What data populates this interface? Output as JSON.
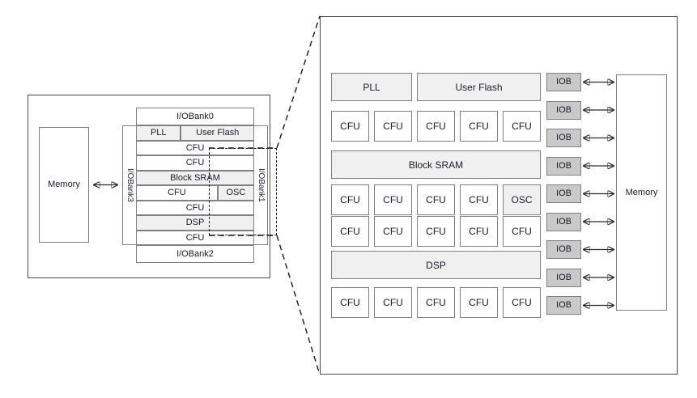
{
  "figure": {
    "title": "FPGA chip architecture with expanded detail view",
    "colors": {
      "block_fill": "#f0f0f0",
      "iob_fill": "#c9c9c9",
      "block_stroke": "#808080",
      "frame_stroke": "#4a4a4a",
      "text": "#1a1a2e",
      "dashed": "#1a1a1a"
    }
  },
  "left_panel": {
    "memory_label": "Memory",
    "banks": {
      "top": "I/OBank0",
      "right": "I/OBank1",
      "bottom": "I/OBank2",
      "left": "I/OBank3"
    },
    "rows": [
      {
        "cells": [
          {
            "label": "PLL",
            "fill": "gray",
            "span": 0.38
          },
          {
            "label": "User Flash",
            "fill": "gray",
            "span": 0.62
          }
        ]
      },
      {
        "cells": [
          {
            "label": "CFU",
            "fill": "white",
            "span": 1.0
          }
        ]
      },
      {
        "cells": [
          {
            "label": "CFU",
            "fill": "white",
            "span": 1.0
          }
        ]
      },
      {
        "cells": [
          {
            "label": "Block SRAM",
            "fill": "gray",
            "span": 1.0
          }
        ]
      },
      {
        "cells": [
          {
            "label": "CFU",
            "fill": "white",
            "span": 0.69
          },
          {
            "label": "OSC",
            "fill": "gray",
            "span": 0.31
          }
        ]
      },
      {
        "cells": [
          {
            "label": "CFU",
            "fill": "white",
            "span": 1.0
          }
        ]
      },
      {
        "cells": [
          {
            "label": "DSP",
            "fill": "gray",
            "span": 1.0
          }
        ]
      },
      {
        "cells": [
          {
            "label": "CFU",
            "fill": "white",
            "span": 1.0
          }
        ]
      }
    ]
  },
  "right_panel": {
    "memory_label": "Memory",
    "iob_label": "IOB",
    "iob_count": 9,
    "rows": [
      {
        "type": "wide",
        "cells": [
          {
            "label": "PLL",
            "fill": "gray",
            "cols": 2
          },
          {
            "label": "User Flash",
            "fill": "gray",
            "cols": 3
          }
        ]
      },
      {
        "type": "cells",
        "cells": [
          {
            "label": "CFU",
            "fill": "white"
          },
          {
            "label": "CFU",
            "fill": "white"
          },
          {
            "label": "CFU",
            "fill": "white"
          },
          {
            "label": "CFU",
            "fill": "white"
          },
          {
            "label": "CFU",
            "fill": "white"
          }
        ]
      },
      {
        "type": "wide",
        "cells": [
          {
            "label": "Block SRAM",
            "fill": "gray",
            "cols": 5
          }
        ]
      },
      {
        "type": "cells",
        "cells": [
          {
            "label": "CFU",
            "fill": "white"
          },
          {
            "label": "CFU",
            "fill": "white"
          },
          {
            "label": "CFU",
            "fill": "white"
          },
          {
            "label": "CFU",
            "fill": "white"
          },
          {
            "label": "OSC",
            "fill": "gray"
          }
        ]
      },
      {
        "type": "cells",
        "cells": [
          {
            "label": "CFU",
            "fill": "white"
          },
          {
            "label": "CFU",
            "fill": "white"
          },
          {
            "label": "CFU",
            "fill": "white"
          },
          {
            "label": "CFU",
            "fill": "white"
          },
          {
            "label": "CFU",
            "fill": "white"
          }
        ]
      },
      {
        "type": "wide",
        "cells": [
          {
            "label": "DSP",
            "fill": "gray",
            "cols": 5
          }
        ]
      },
      {
        "type": "cells",
        "cells": [
          {
            "label": "CFU",
            "fill": "white"
          },
          {
            "label": "CFU",
            "fill": "white"
          },
          {
            "label": "CFU",
            "fill": "white"
          },
          {
            "label": "CFU",
            "fill": "white"
          },
          {
            "label": "CFU",
            "fill": "white"
          }
        ]
      }
    ]
  }
}
